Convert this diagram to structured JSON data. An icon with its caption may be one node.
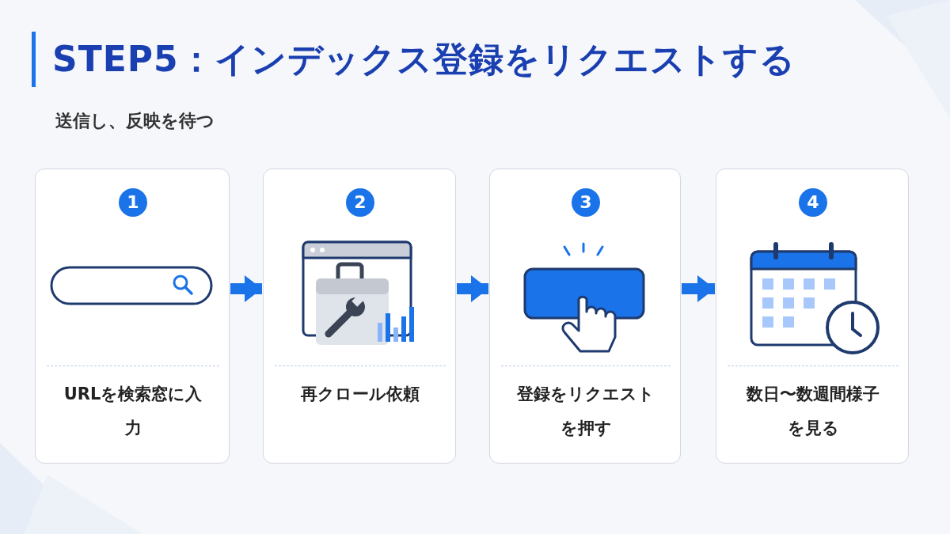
{
  "diagram": {
    "title": "STEP5：インデックス登録をリクエストする",
    "nodes": [
      {
        "text": [
          "1",
          "URLを検索窓に入力"
        ]
      },
      {
        "text": [
          "2",
          "再クロール依頼"
        ]
      },
      {
        "text": [
          "3",
          "登録をリクエストを押す"
        ]
      },
      {
        "text": [
          "4",
          "数日〜数週間様子を見る"
        ]
      }
    ],
    "edges": [
      {
        "from": 0,
        "to": 1,
        "arrow": "to"
      },
      {
        "from": 1,
        "to": 2,
        "arrow": "to"
      },
      {
        "from": 2,
        "to": 3,
        "arrow": "to"
      }
    ],
    "labels": [
      "送信し、反映を待つ"
    ]
  }
}
